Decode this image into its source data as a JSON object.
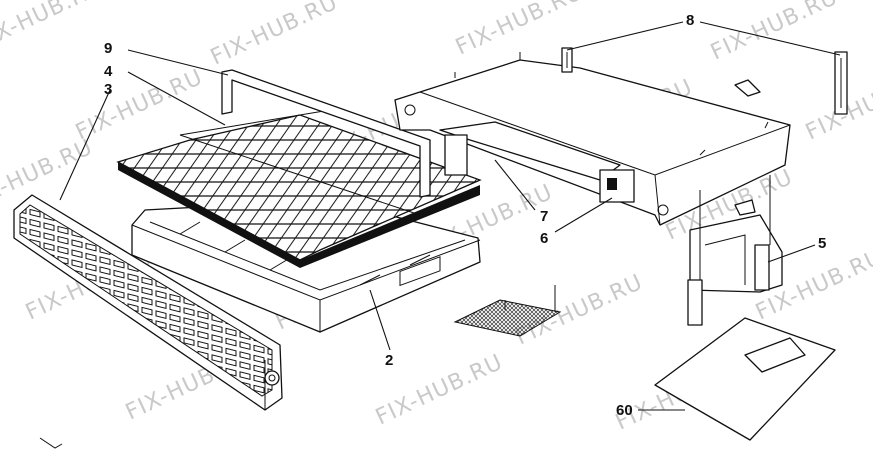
{
  "watermark": "FIX-HUB.RU",
  "callouts": [
    {
      "id": "c9",
      "label": "9"
    },
    {
      "id": "c4",
      "label": "4"
    },
    {
      "id": "c3",
      "label": "3"
    },
    {
      "id": "c8",
      "label": "8"
    },
    {
      "id": "c7",
      "label": "7"
    },
    {
      "id": "c6",
      "label": "6"
    },
    {
      "id": "c5",
      "label": "5"
    },
    {
      "id": "c2",
      "label": "2"
    },
    {
      "id": "c60",
      "label": "60"
    }
  ]
}
